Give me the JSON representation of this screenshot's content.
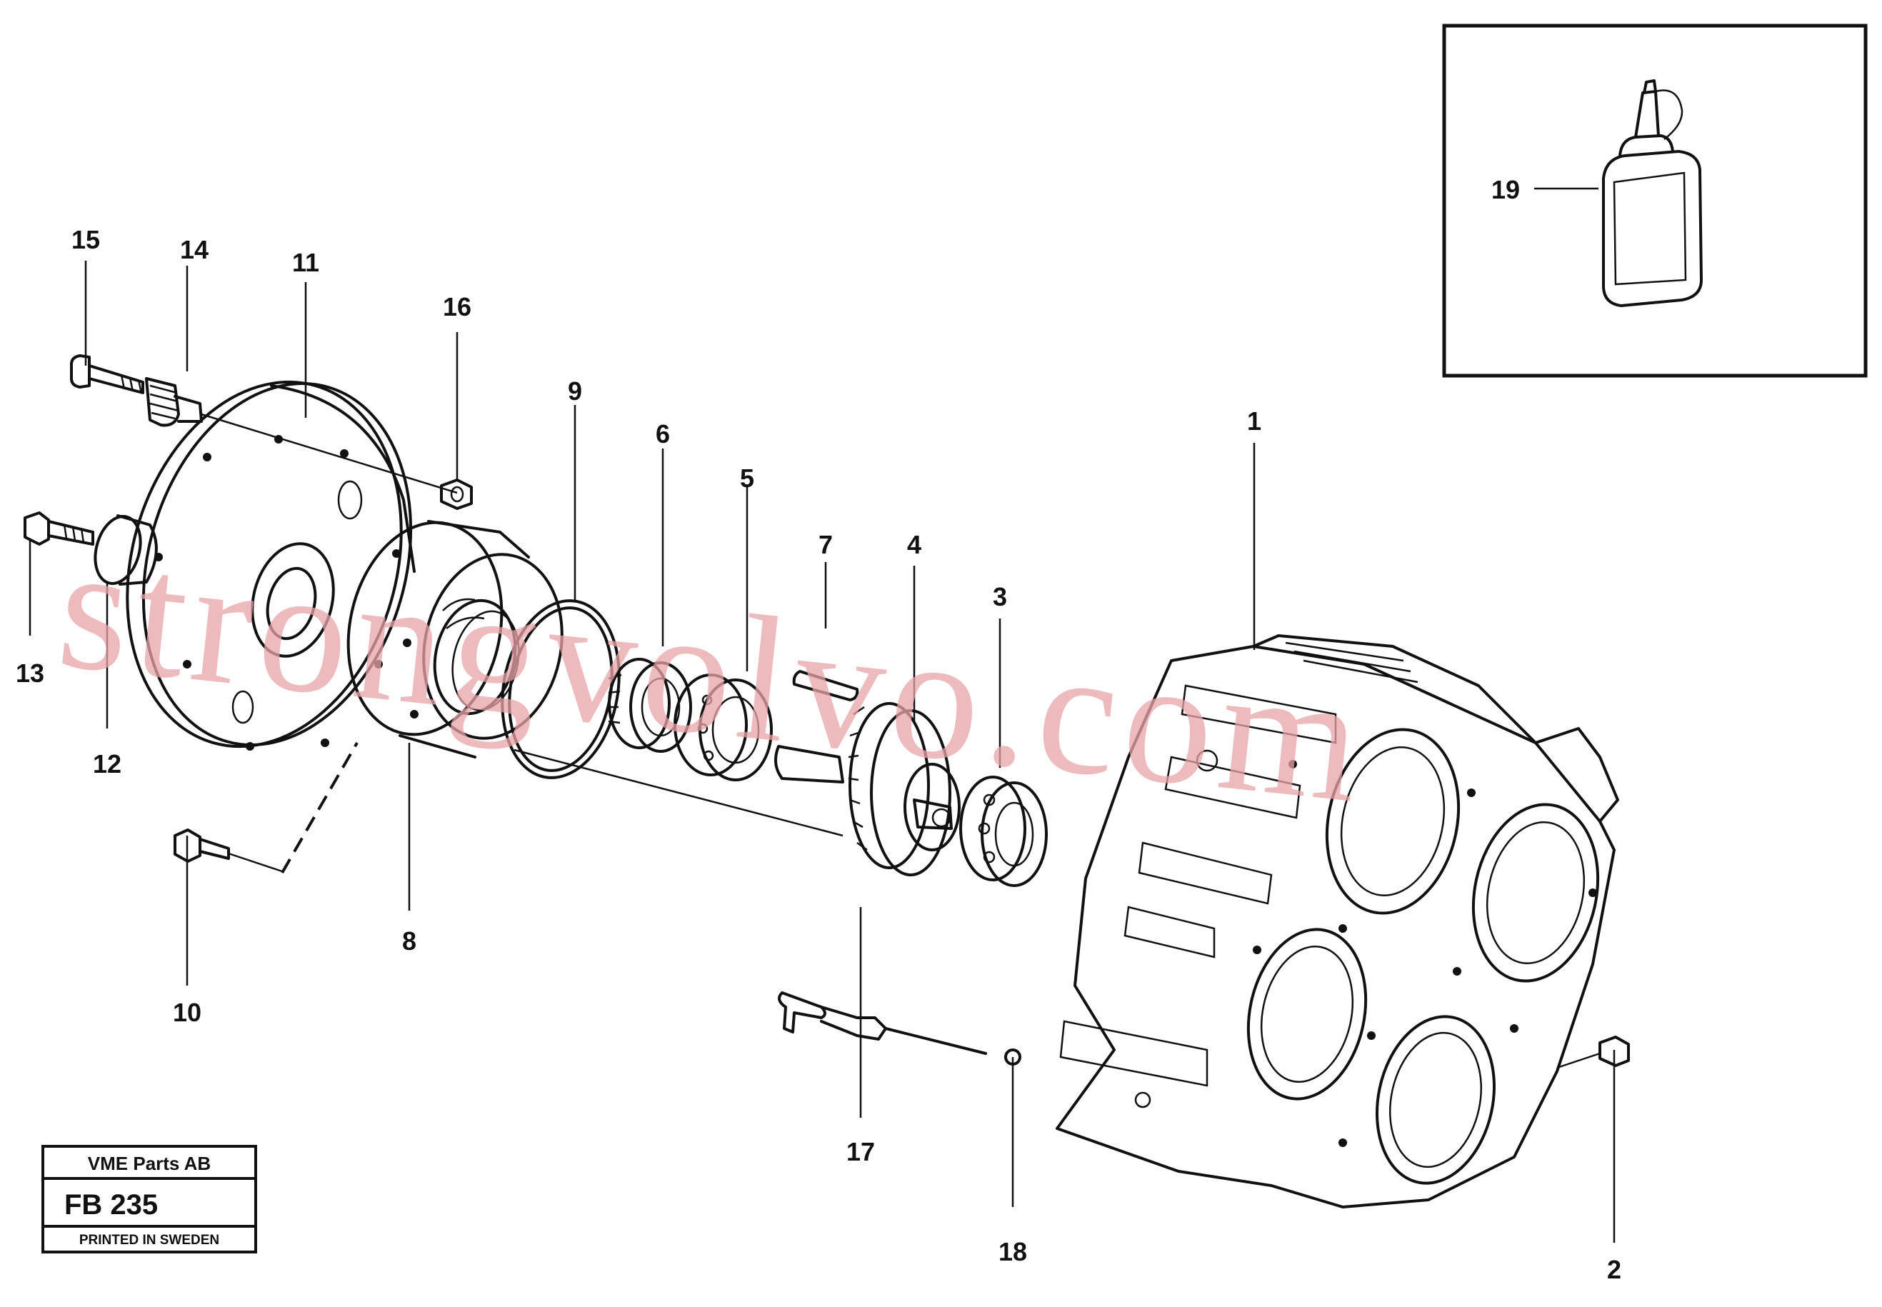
{
  "callouts": {
    "c1": "1",
    "c2": "2",
    "c3": "3",
    "c4": "4",
    "c5": "5",
    "c6": "6",
    "c7": "7",
    "c8": "8",
    "c9": "9",
    "c10": "10",
    "c11": "11",
    "c12": "12",
    "c13": "13",
    "c14": "14",
    "c15": "15",
    "c16": "16",
    "c17": "17",
    "c18": "18",
    "c19": "19"
  },
  "title_block": {
    "company": "VME Parts AB",
    "code": "FB 235",
    "footer": "PRINTED IN SWEDEN"
  },
  "watermark": "strongvolvo.com"
}
